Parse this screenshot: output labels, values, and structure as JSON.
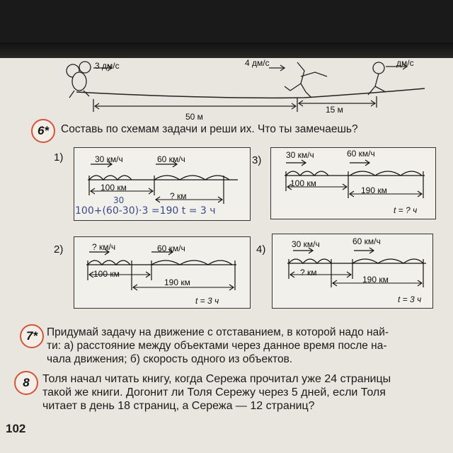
{
  "top_scene": {
    "speed_left": "3 дм/с",
    "speed_mid": "4 дм/с",
    "speed_right": "дм/с",
    "dist_left": "50 м",
    "dist_right": "15 м"
  },
  "task6": {
    "number": "6*",
    "text": "Составь по схемам задачи и реши их. Что ты замечаешь?",
    "schemes": [
      {
        "label": "1)",
        "speed1": "30 км/ч",
        "speed2": "60 км/ч",
        "dist1": "100 км",
        "dist2": "? км",
        "time": "",
        "handwriting": "100+(60-30)·3 =190 t = 3 ч",
        "handwriting_note": "30"
      },
      {
        "label": "3)",
        "speed1": "30 км/ч",
        "speed2": "60 км/ч",
        "dist1": "100 км",
        "dist2": "190 км",
        "time": "t = ? ч"
      },
      {
        "label": "2)",
        "speed1": "? км/ч",
        "speed2": "60 км/ч",
        "dist1": "100 км",
        "dist2": "190 км",
        "time": "t = 3 ч"
      },
      {
        "label": "4)",
        "speed1": "30 км/ч",
        "speed2": "60 км/ч",
        "dist1": "? км",
        "dist2": "190 км",
        "time": "t = 3 ч"
      }
    ]
  },
  "task7": {
    "number": "7*",
    "line1": "Придумай задачу на движение с отставанием, в которой надо най-",
    "line2": "ти: а) расстояние между объектами через данное время после на-",
    "line3": "чала движения; б) скорость одного из объектов."
  },
  "task8": {
    "number": "8",
    "line1": "Толя начал читать книгу, когда Сережа прочитал уже 24 страницы",
    "line2": "такой же книги. Догонит ли Толя Сережу через 5 дней, если Толя",
    "line3": "читает в день 18 страниц, а Сережа — 12 страниц?"
  },
  "page_number": "102"
}
